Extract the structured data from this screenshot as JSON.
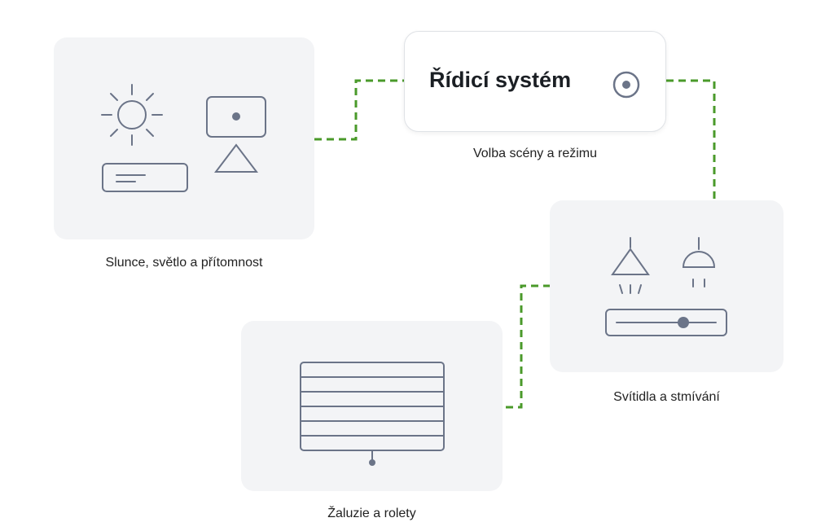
{
  "hub": {
    "title": "Řídicí systém",
    "caption": "Volba scény a režimu",
    "icon": "target-icon"
  },
  "nodes": [
    {
      "id": "sensors",
      "caption": "Slunce, světlo a přítomnost",
      "icons": [
        "sun-icon",
        "motion-sensor-icon",
        "light-sensor-icon"
      ]
    },
    {
      "id": "lighting",
      "caption": "Svítidla a stmívání",
      "icons": [
        "pendant-lamp-icon",
        "dome-lamp-icon",
        "dimmer-slider-icon"
      ]
    },
    {
      "id": "blinds",
      "caption": "Žaluzie a rolety",
      "icons": [
        "blinds-icon"
      ]
    }
  ],
  "colors": {
    "connector": "#4a9a2a",
    "icon_stroke": "#6b7488",
    "card_bg": "#f3f4f6"
  }
}
